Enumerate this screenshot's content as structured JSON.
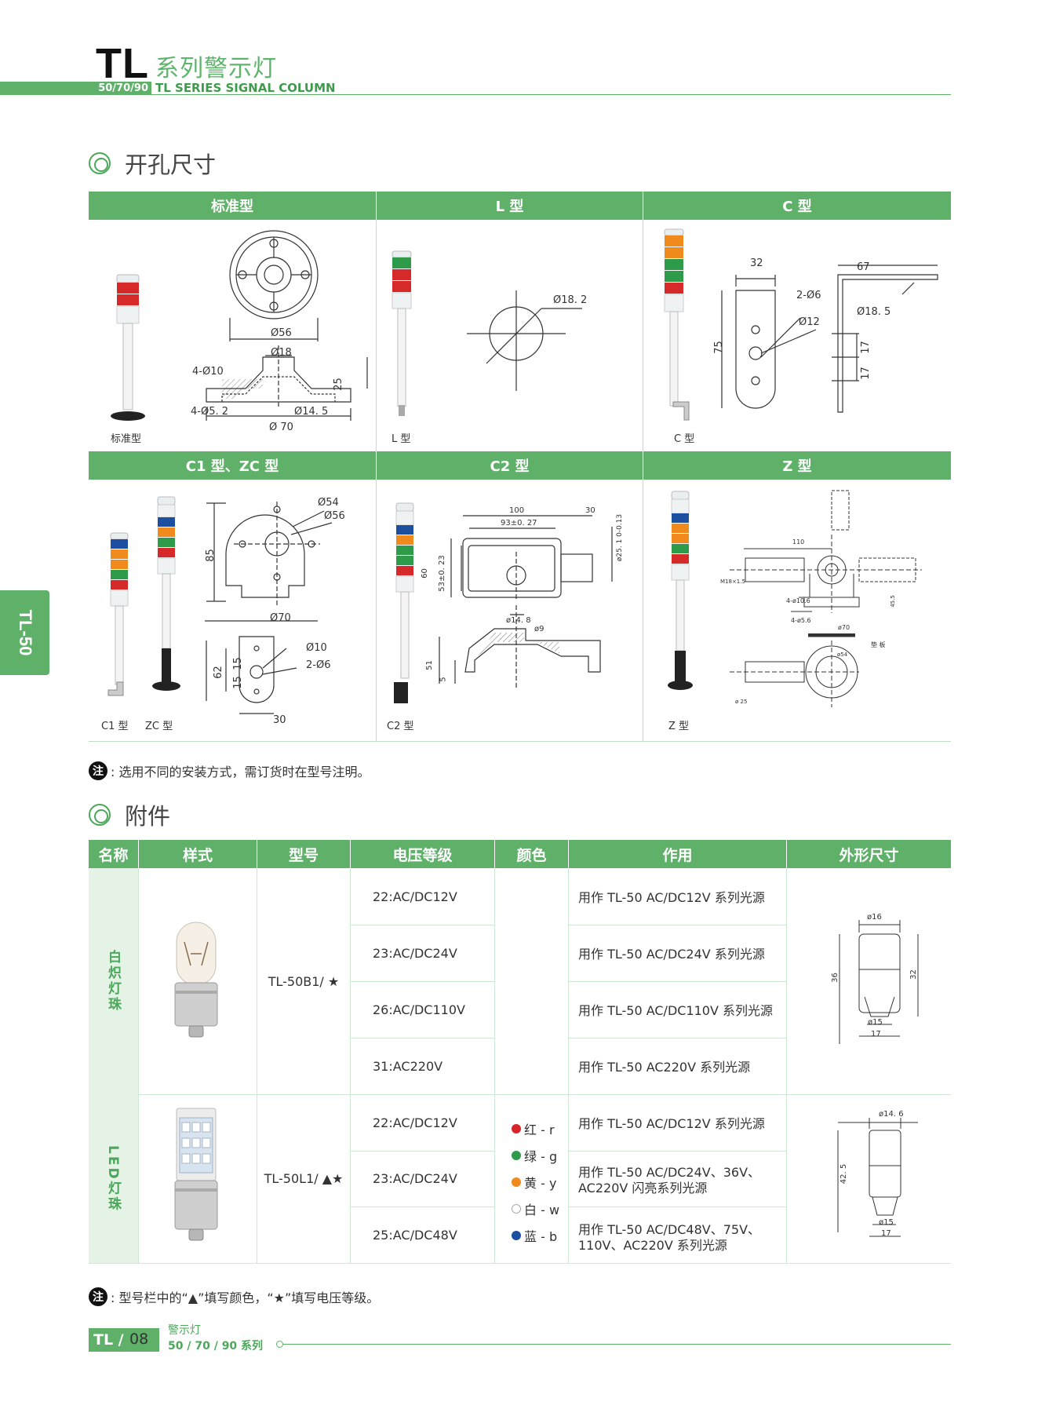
{
  "header": {
    "brand": "TL",
    "title_cn": "系列警示灯",
    "sizes": "50/70/90",
    "title_en": "TL SERIES SIGNAL COLUMN"
  },
  "side_tab": "TL-50",
  "section1": {
    "title": "开孔尺寸",
    "heads": [
      "标准型",
      "L 型",
      "C 型",
      "C1 型、ZC 型",
      "C2 型",
      "Z 型"
    ],
    "captions": {
      "standard": "标准型",
      "l": "L 型",
      "c": "C 型",
      "c1": "C1 型",
      "zc": "ZC 型",
      "c2": "C2 型",
      "z": "Z 型"
    },
    "dims": {
      "std_d56": "Ø56",
      "std_d18": "Ø18",
      "std_4d10": "4-Ø10",
      "std_25": "25",
      "std_4d52": "4-Ø5. 2",
      "std_d145": "Ø14. 5",
      "std_d70": "Ø 70",
      "l_d182": "Ø18. 2",
      "c_32": "32",
      "c_2d6": "2-Ø6",
      "c_d12": "Ø12",
      "c_75": "75",
      "c_67": "67",
      "c_d185": "Ø18. 5",
      "c_17a": "17",
      "c_17b": "17",
      "c1_d54": "Ø54",
      "c1_d56": "Ø56",
      "c1_85": "85",
      "c1_d70": "Ø70",
      "c1_d10": "Ø10",
      "c1_2d6": "2-Ø6",
      "c1_62": "62",
      "c1_15a": "15",
      "c1_15b": "15",
      "c1_30": "30",
      "c2_100": "100",
      "c2_30": "30",
      "c2_93": "93±0. 27",
      "c2_60": "60",
      "c2_53": "53±0. 23",
      "c2_d25": "ø25. 1 0-0.13",
      "c2_d148": "ø14. 8",
      "c2_d9": "ø9",
      "c2_51": "51",
      "c2_5": "5",
      "z_110": "110",
      "z_m18": "M18×1.5",
      "z_4d106": "4-ø10.6",
      "z_4d56": "4-ø5.6",
      "z_45": "45.5",
      "z_d70": "ø70",
      "z_pad": "垫 板",
      "z_d54": "ø54",
      "z_d25": "ø 25"
    }
  },
  "note1": {
    "badge": "注",
    "text": ": 选用不同的安装方式，需订货时在型号注明。"
  },
  "section2": {
    "title": "附件"
  },
  "table": {
    "headers": [
      "名称",
      "样式",
      "型号",
      "电压等级",
      "颜色",
      "作用",
      "外形尺寸"
    ],
    "group1": {
      "name": "白炽灯珠",
      "model": "TL-50B1/ ★",
      "voltages": [
        "22:AC/DC12V",
        "23:AC/DC24V",
        "26:AC/DC110V",
        "31:AC220V"
      ],
      "uses": [
        "用作 TL-50 AC/DC12V 系列光源",
        "用作 TL-50 AC/DC24V 系列光源",
        "用作 TL-50 AC/DC110V 系列光源",
        "用作 TL-50 AC220V 系列光源"
      ],
      "dims": {
        "d16": "ø16",
        "h36": "36",
        "h32": "32",
        "d15": "ø15",
        "w17": "17"
      }
    },
    "group2": {
      "name": "LED灯珠",
      "model": "TL-50L1/ ▲★",
      "voltages": [
        "22:AC/DC12V",
        "23:AC/DC24V",
        "25:AC/DC48V"
      ],
      "uses": [
        "用作 TL-50 AC/DC12V 系列光源",
        "用作 TL-50 AC/DC24V、36V、",
        "AC220V 闪亮系列光源",
        "用作 TL-50 AC/DC48V、75V、",
        "110V、AC220V 系列光源"
      ],
      "colors": [
        {
          "label": "红 - r",
          "hex": "#d8232a"
        },
        {
          "label": "绿 - g",
          "hex": "#2e9b4a"
        },
        {
          "label": "黄 - y",
          "hex": "#f08a1c"
        },
        {
          "label": "白 - w",
          "hex": "#ffffff"
        },
        {
          "label": "蓝 - b",
          "hex": "#1c4fa0"
        }
      ],
      "dims": {
        "d146": "ø14. 6",
        "h425": "42. 5",
        "d15": "ø15",
        "w17": "17"
      }
    }
  },
  "note2": {
    "badge": "注",
    "text": ": 型号栏中的“▲”填写颜色，“★”填写电压等级。"
  },
  "footer": {
    "tl": "TL /",
    "page": "08",
    "cn": "警示灯",
    "series": "50 / 70 / 90 系列"
  }
}
